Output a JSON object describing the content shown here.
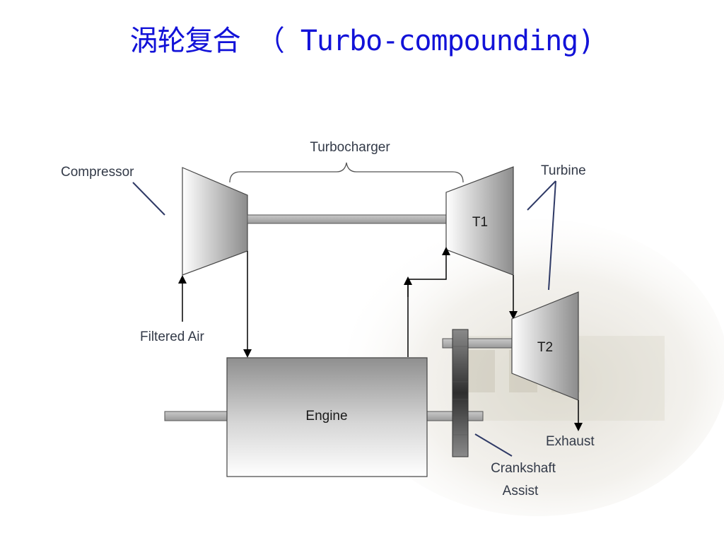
{
  "slide": {
    "title": "涡轮复合 （ Turbo-compounding)"
  },
  "diagram": {
    "labels": {
      "turbocharger": "Turbocharger",
      "compressor": "Compressor",
      "turbine": "Turbine",
      "t1": "T1",
      "t2": "T2",
      "filtered_air": "Filtered Air",
      "engine": "Engine",
      "exhaust": "Exhaust",
      "crankshaft_line1": "Crankshaft",
      "crankshaft_line2": "Assist"
    }
  }
}
